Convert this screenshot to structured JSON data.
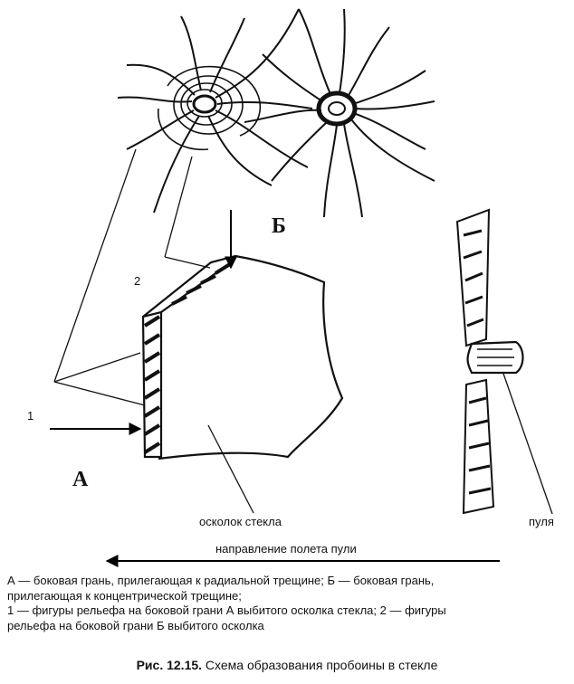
{
  "labels": {
    "letter_a": "А",
    "letter_b": "Б",
    "num_1": "1",
    "num_2": "2",
    "fragment": "осколок стекла",
    "bullet": "пуля",
    "direction": "направление полета пули"
  },
  "legend": {
    "line1": "А — боковая грань, прилегающая к радиальной трещине; Б — боковая грань,",
    "line2": "прилегающая к концентрической трещине;",
    "line3": "1 — фигуры рельефа на боковой грани А выбитого осколка стекла; 2 — фигуры",
    "line4": "рельефа на боковой грани Б выбитого осколка"
  },
  "caption": {
    "figure_number": "Рис. 12.15.",
    "text": "Схема образования пробоины в стекле"
  }
}
